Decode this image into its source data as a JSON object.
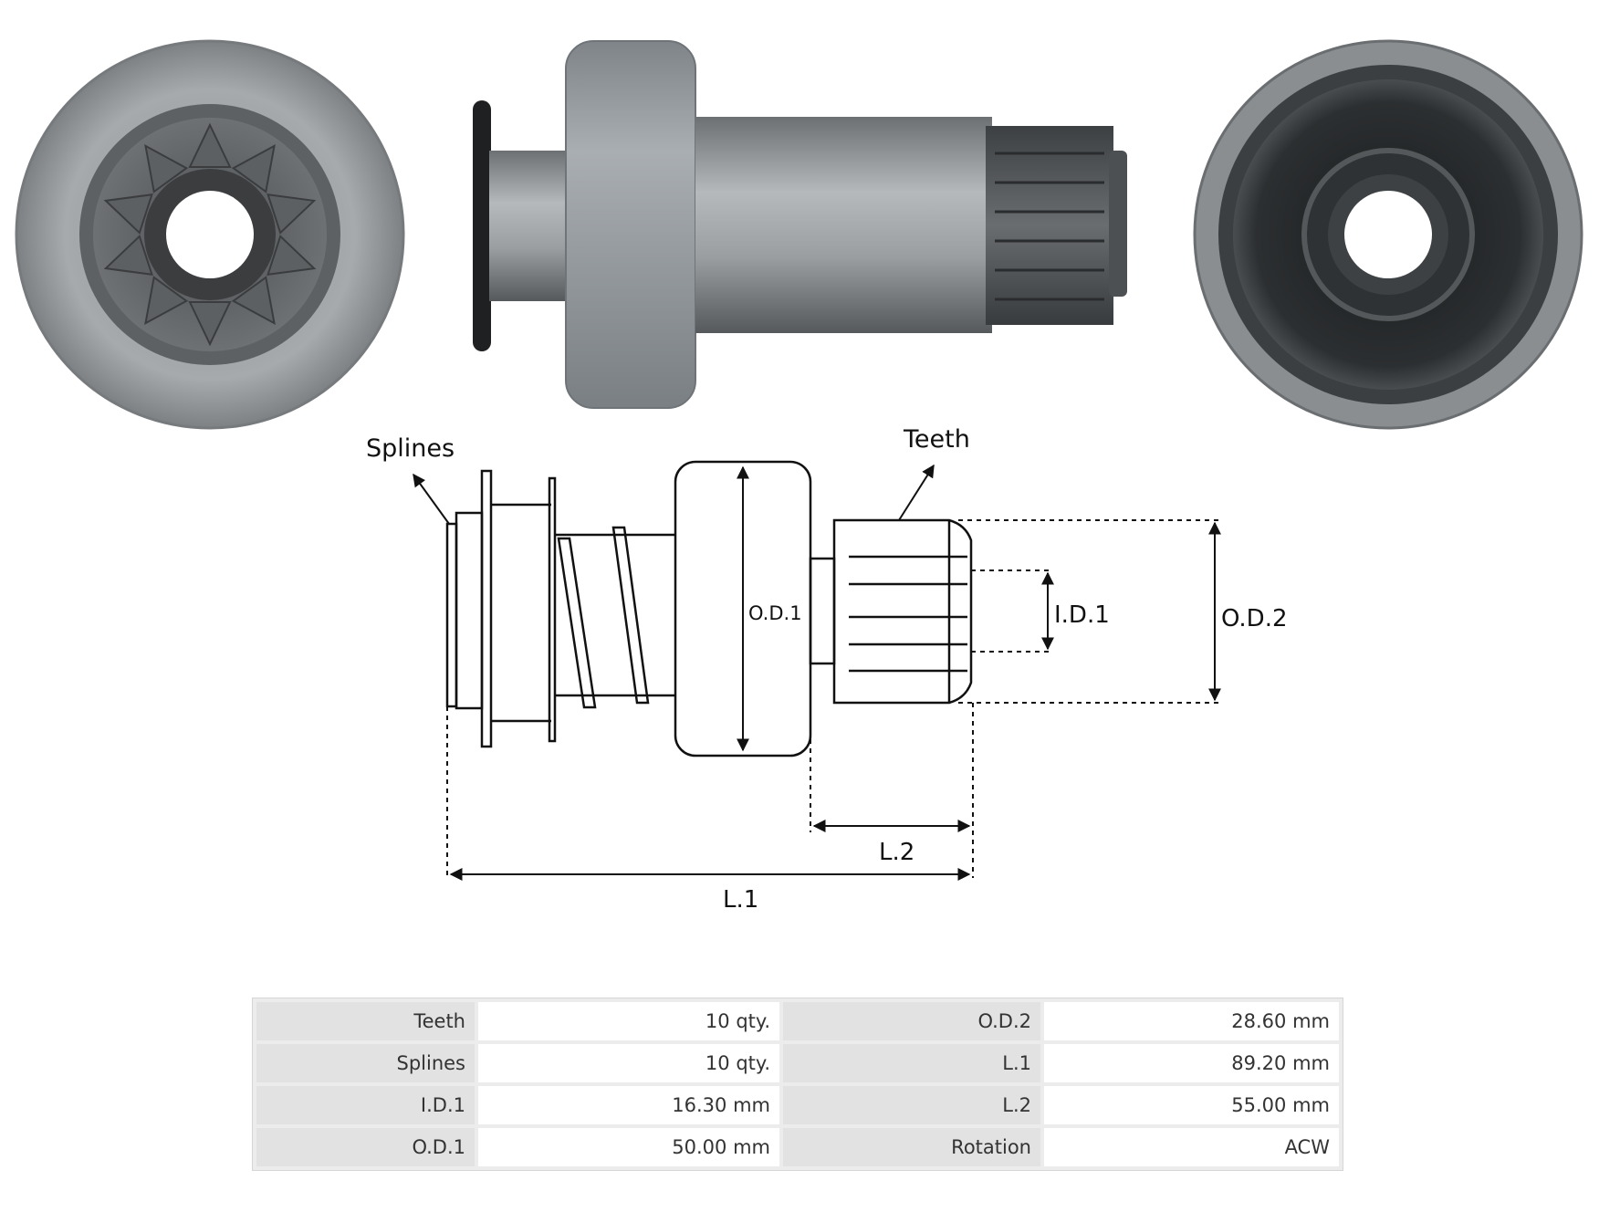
{
  "callouts": {
    "splines": "Splines",
    "teeth": "Teeth"
  },
  "dimensions": {
    "od1": "O.D.1",
    "id1": "I.D.1",
    "od2": "O.D.2",
    "l1": "L.1",
    "l2": "L.2"
  },
  "specs": [
    {
      "label": "Teeth",
      "value": "10 qty.",
      "label2": "O.D.2",
      "value2": "28.60 mm"
    },
    {
      "label": "Splines",
      "value": "10 qty.",
      "label2": "L.1",
      "value2": "89.20 mm"
    },
    {
      "label": "I.D.1",
      "value": "16.30 mm",
      "label2": "L.2",
      "value2": "55.00 mm"
    },
    {
      "label": "O.D.1",
      "value": "50.00 mm",
      "label2": "Rotation",
      "value2": "ACW"
    }
  ]
}
